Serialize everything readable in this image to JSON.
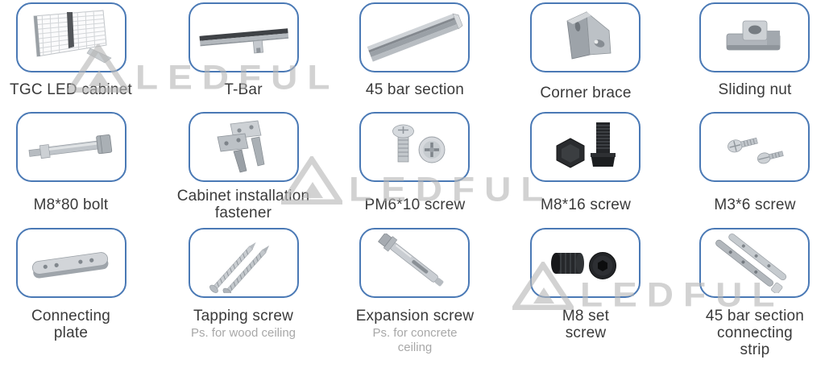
{
  "watermark": {
    "brand": "LEDFUL"
  },
  "colors": {
    "box_border": "#4a79b5",
    "label_text": "#3a3a3a",
    "note_text": "#a8a8a8",
    "watermark_gray": "#b7b7b7"
  },
  "items": [
    {
      "label": "TGC LED cabinet",
      "icon": "led-mesh-cabinet-image"
    },
    {
      "label": "T-Bar",
      "icon": "t-bar-image"
    },
    {
      "label": "45 bar section",
      "icon": "45-bar-section-image"
    },
    {
      "label": "Corner brace",
      "icon": "corner-brace-image"
    },
    {
      "label": "Sliding nut",
      "icon": "sliding-nut-image"
    },
    {
      "label": "M8*80 bolt",
      "icon": "m8-80-bolt-image"
    },
    {
      "label": "Cabinet installation fastener",
      "icon": "cabinet-fastener-image"
    },
    {
      "label": "PM6*10 screw",
      "icon": "pm6-10-screw-image"
    },
    {
      "label": "M8*16 screw",
      "icon": "m8-16-screw-image"
    },
    {
      "label": "M3*6 screw",
      "icon": "m3-6-screw-image"
    },
    {
      "label": "Connecting plate",
      "icon": "connecting-plate-image"
    },
    {
      "label": "Tapping screw",
      "note": "Ps. for wood ceiling",
      "icon": "tapping-screw-image"
    },
    {
      "label": "Expansion screw",
      "note": "Ps. for concrete ceiling",
      "icon": "expansion-screw-image"
    },
    {
      "label": "M8 set screw",
      "icon": "m8-set-screw-image"
    },
    {
      "label": "45 bar section connecting strip",
      "icon": "connecting-strip-image"
    }
  ]
}
